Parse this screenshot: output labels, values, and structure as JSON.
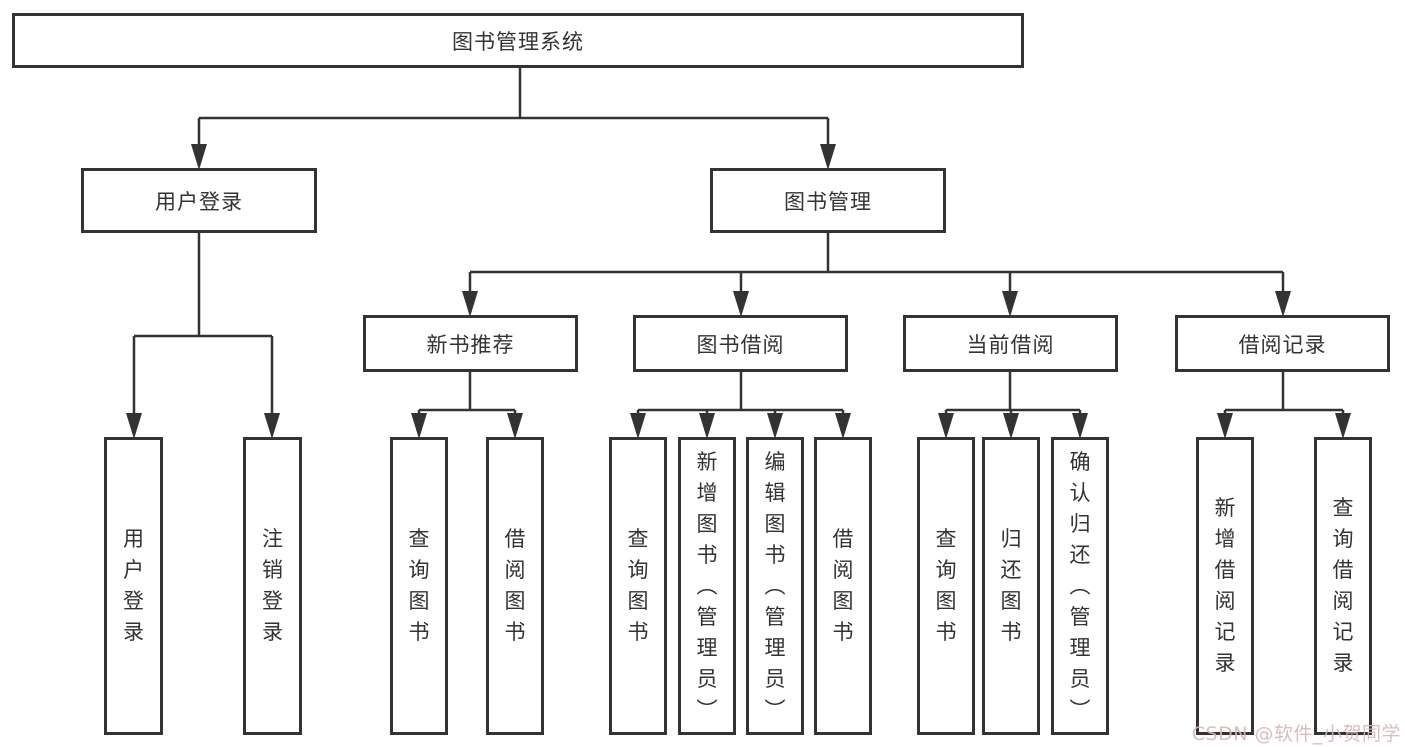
{
  "colors": {
    "line": "#333333",
    "text": "#333333",
    "box_bg": "#ffffff",
    "canvas_bg": "#ffffff",
    "watermark": "#d7b7b7"
  },
  "watermark": {
    "text": "CSDN @软件_小贺同学"
  },
  "tree": {
    "root": {
      "label": "图书管理系统",
      "children": [
        {
          "label": "用户登录",
          "children": [
            {
              "label": "用户登录"
            },
            {
              "label": "注销登录"
            }
          ]
        },
        {
          "label": "图书管理",
          "children": [
            {
              "label": "新书推荐",
              "children": [
                {
                  "label": "查询图书"
                },
                {
                  "label": "借阅图书"
                }
              ]
            },
            {
              "label": "图书借阅",
              "children": [
                {
                  "label": "查询图书"
                },
                {
                  "label": "新增图书（管理员）"
                },
                {
                  "label": "编辑图书（管理员）"
                },
                {
                  "label": "借阅图书"
                }
              ]
            },
            {
              "label": "当前借阅",
              "children": [
                {
                  "label": "查询图书"
                },
                {
                  "label": "归还图书"
                },
                {
                  "label": "确认归还（管理员）"
                }
              ]
            },
            {
              "label": "借阅记录",
              "children": [
                {
                  "label": "新增借阅记录"
                },
                {
                  "label": "查询借阅记录"
                }
              ]
            }
          ]
        }
      ]
    }
  }
}
